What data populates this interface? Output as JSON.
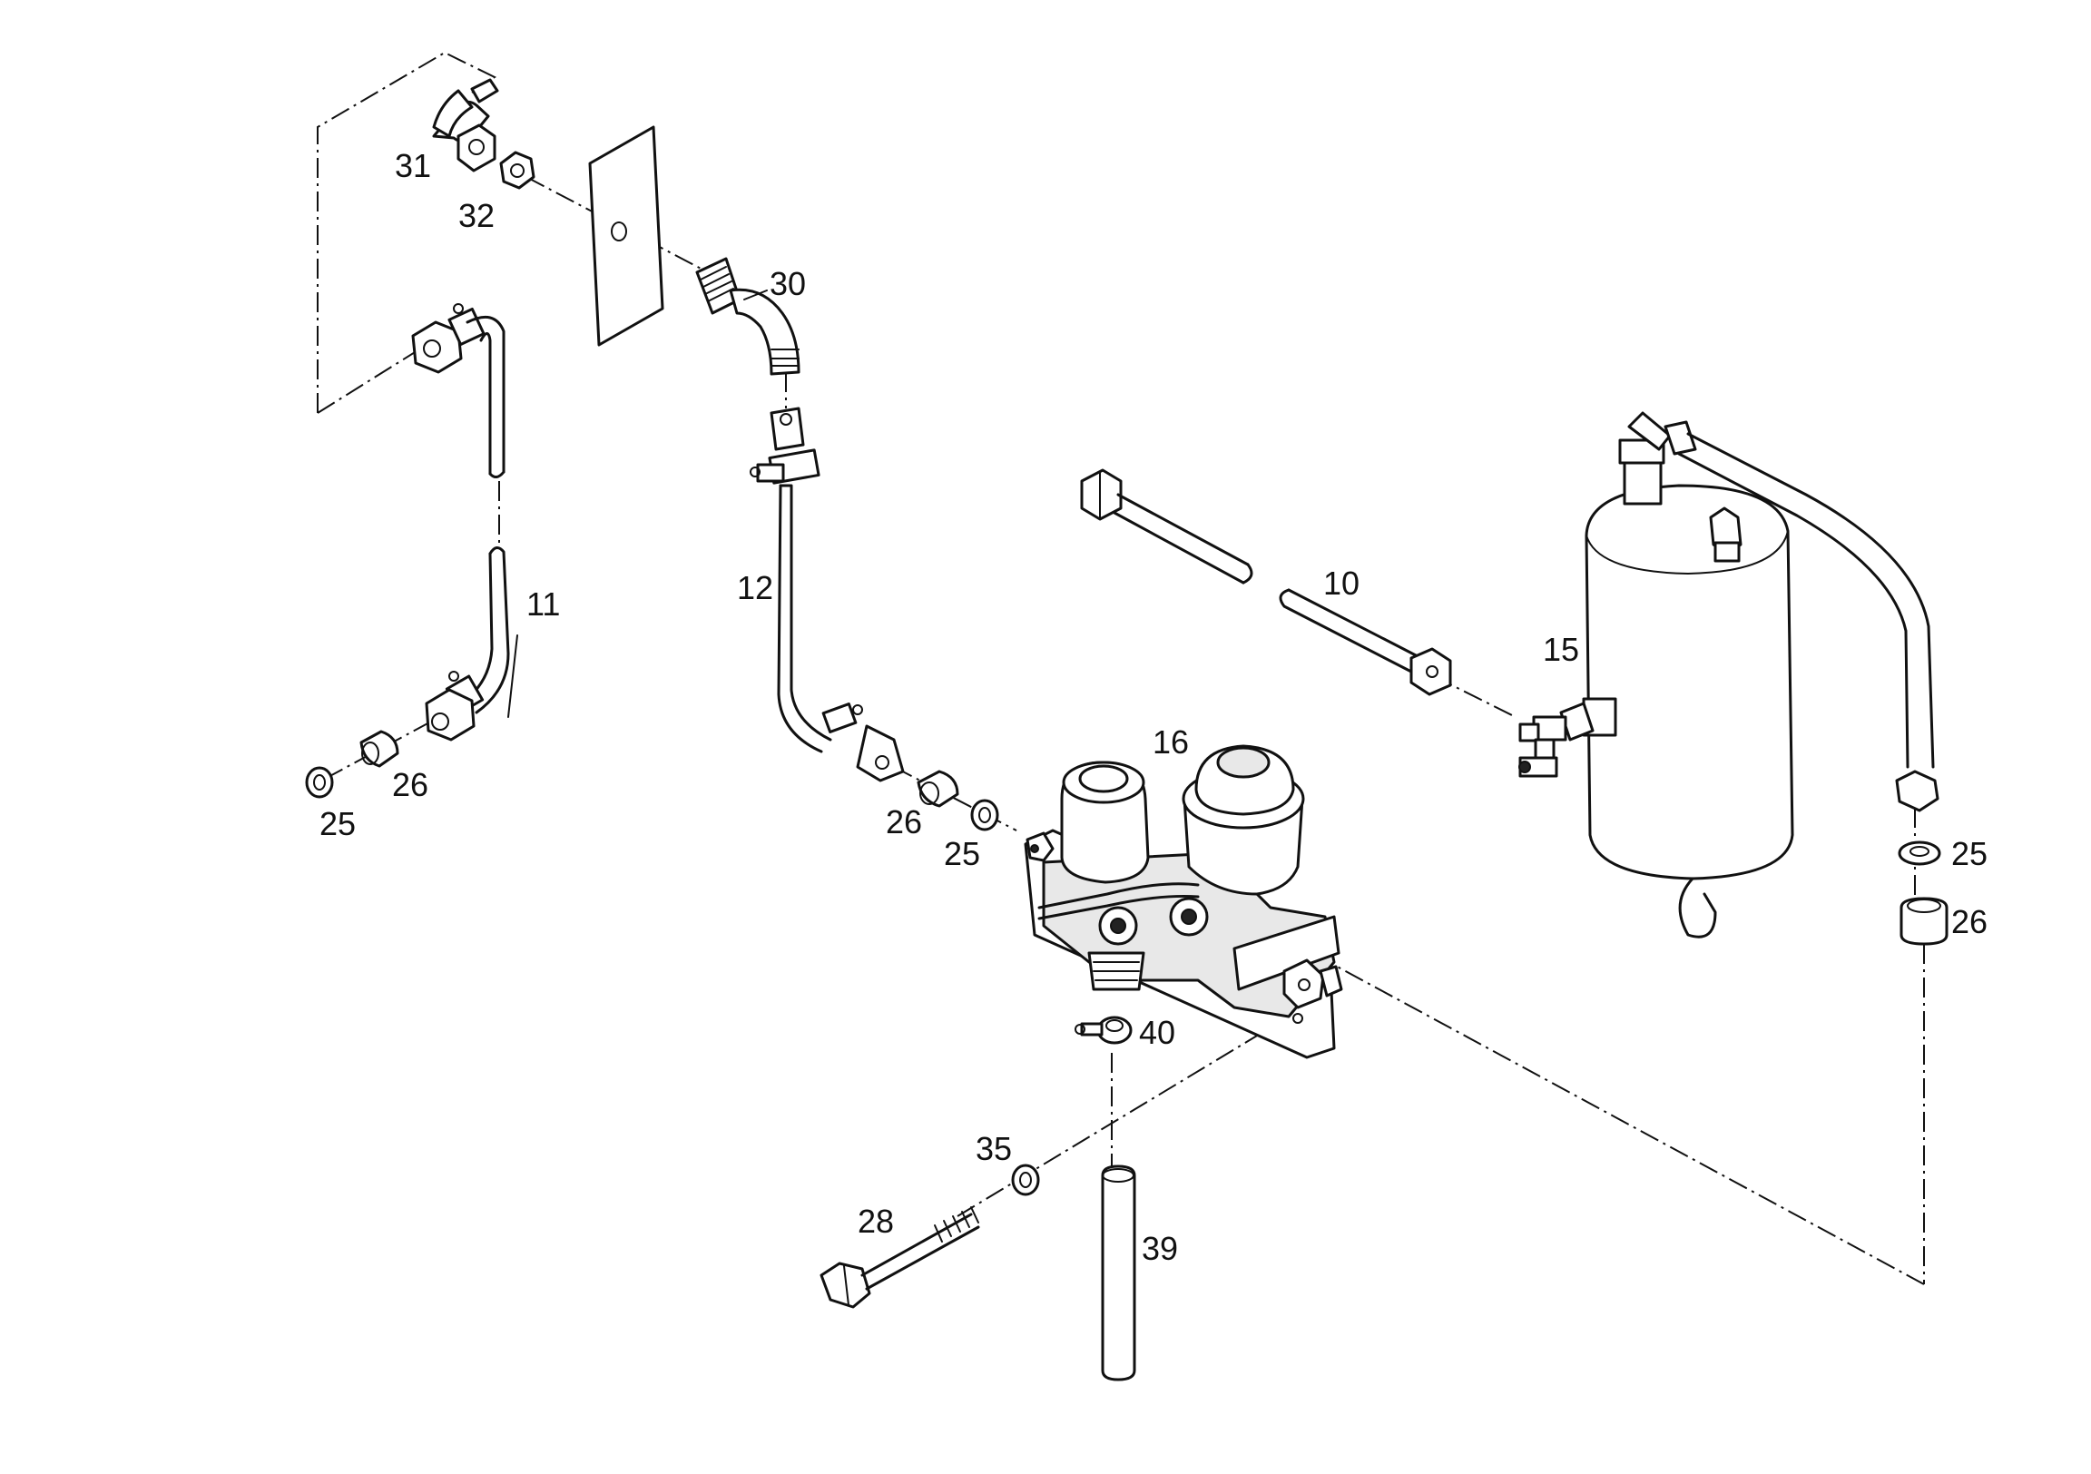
{
  "diagram": {
    "labels": {
      "p10": "10",
      "p11": "11",
      "p12": "12",
      "p15": "15",
      "p16": "16",
      "p25a": "25",
      "p25b": "25",
      "p25c": "25",
      "p26a": "26",
      "p26b": "26",
      "p26c": "26",
      "p28": "28",
      "p30": "30",
      "p31": "31",
      "p32": "32",
      "p35": "35",
      "p39": "39",
      "p40": "40"
    }
  }
}
